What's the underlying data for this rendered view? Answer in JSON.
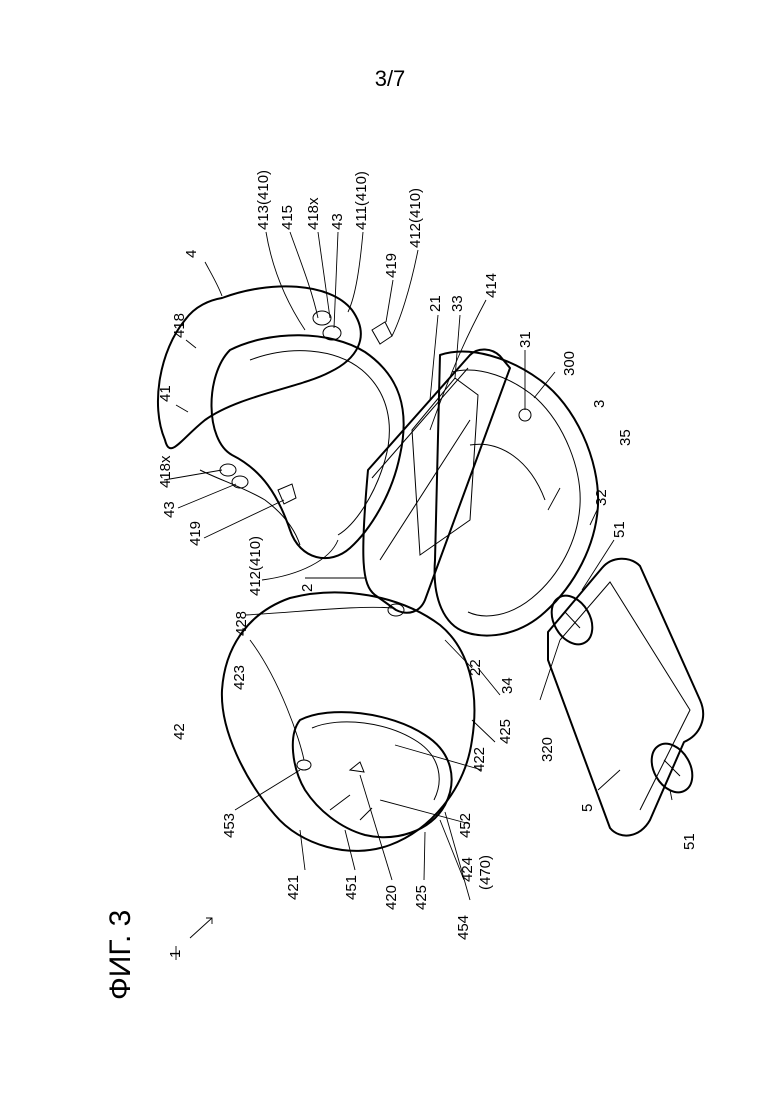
{
  "page": {
    "number": "3/7"
  },
  "figure": {
    "title": "ФИГ. 3",
    "assembly_ref": "1",
    "labels": {
      "l4": "4",
      "l418": "418",
      "l41": "41",
      "l418x_a": "418x",
      "l43_a": "43",
      "l419_a": "419",
      "l412a": "412(410)",
      "l413": "413(410)",
      "l415": "415",
      "l418x_b": "418x",
      "l43_b": "43",
      "l411": "411(410)",
      "l419_b": "419",
      "l412b": "412(410)",
      "l21": "21",
      "l33": "33",
      "l414": "414",
      "l31": "31",
      "l300": "300",
      "l3": "3",
      "l35": "35",
      "l32": "32",
      "l51_a": "51",
      "l2": "2",
      "l428": "428",
      "l423": "423",
      "l42": "42",
      "l22": "22",
      "l34": "34",
      "l425_a": "425",
      "l422": "422",
      "l320": "320",
      "l453": "453",
      "l452": "452",
      "l421": "421",
      "l451": "451",
      "l420": "420",
      "l425_b": "425",
      "l424": "424",
      "l470": "(470)",
      "l454": "454",
      "l5": "5",
      "l51_b": "51"
    }
  }
}
